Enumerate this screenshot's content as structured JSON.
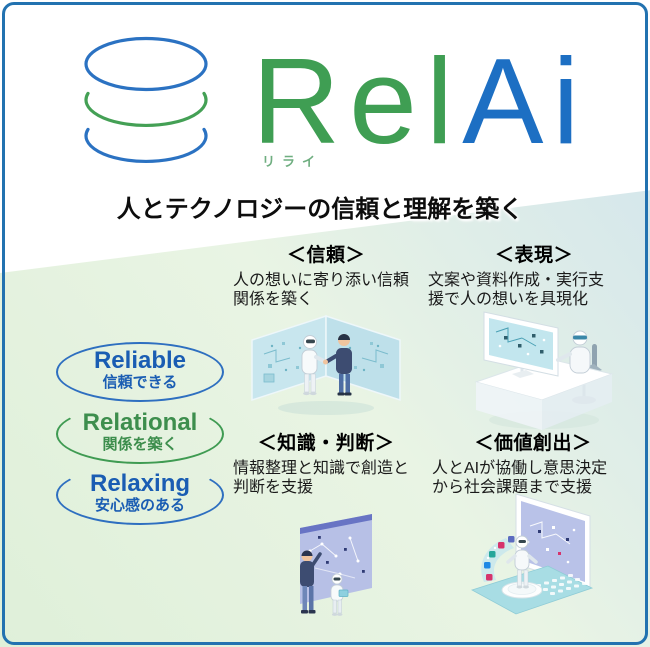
{
  "brand": {
    "name_part1": "Rel",
    "name_part2": "Ai",
    "ruby": "リライ",
    "color_green": "#3f9e53",
    "color_blue": "#1d6fc3",
    "ruby_color": "#6fae80"
  },
  "tagline": "人とテクノロジーの信頼と理解を築く",
  "value_ovals": [
    {
      "en": "Reliable",
      "ja": "信頼できる",
      "ring_color": "#2e6fc0",
      "text_color": "#1a5db3",
      "ring_style": "full"
    },
    {
      "en": "Relational",
      "ja": "関係を築く",
      "ring_color": "#3f9b52",
      "text_color": "#3d8e4d",
      "ring_style": "open-top"
    },
    {
      "en": "Relaxing",
      "ja": "安心感のある",
      "ring_color": "#2e6fc0",
      "text_color": "#1a5db3",
      "ring_style": "open-top"
    }
  ],
  "features": [
    {
      "title": "＜信頼＞",
      "line1": "人の想いに寄り添い信頼",
      "line2": "関係を築く",
      "illustration": "human-robot-handshake"
    },
    {
      "title": "＜表現＞",
      "line1": "文案や資料作成・実行支",
      "line2": "援で人の想いを具現化",
      "illustration": "robot-working-at-monitor-desk"
    },
    {
      "title": "＜知識・判断＞",
      "line1": "情報整理と知識で創造と",
      "line2": "判断を支援",
      "illustration": "human-and-robot-at-flowchart-board"
    },
    {
      "title": "＜価値創出＞",
      "line1": "人とAIが協働し意思決定",
      "line2": "から社会課題まで支援",
      "illustration": "robot-on-laptop-with-app-icons"
    }
  ],
  "colors": {
    "frame_border": "#2272b0",
    "background_green": "#e0f0da",
    "background_blue": "#cfe3ee",
    "logo_ring_blue": "#2b72c2",
    "logo_ring_green": "#44a055"
  }
}
